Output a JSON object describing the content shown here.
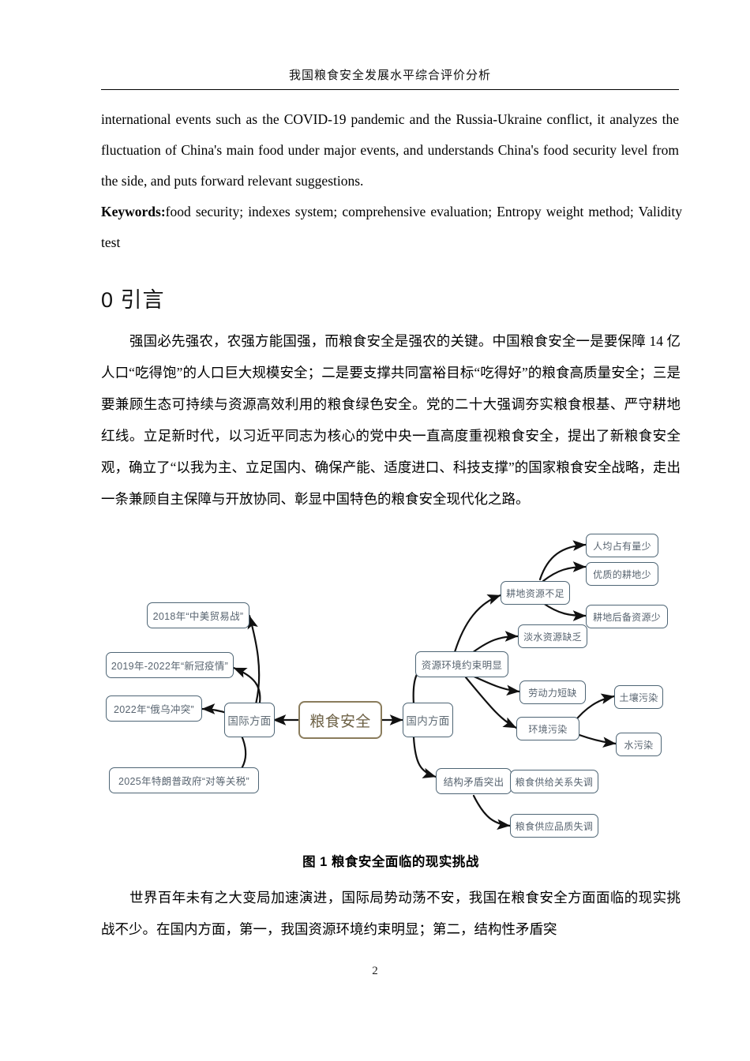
{
  "header": {
    "running_title": "我国粮食安全发展水平综合评价分析"
  },
  "abstract": {
    "english_paragraph": "international events such as the COVID-19 pandemic and the Russia-Ukraine conflict, it analyzes the fluctuation of China's main food under major events, and understands China's food security level from the side, and puts forward relevant suggestions.",
    "keywords_label": "Keywords:",
    "keywords_value": "food security; indexes system; comprehensive evaluation; Entropy weight method; Validity test"
  },
  "section": {
    "number_title": "0 引言",
    "paragraph_1": "强国必先强农，农强方能国强，而粮食安全是强农的关键。中国粮食安全一是要保障 14 亿人口“吃得饱”的人口巨大规模安全；二是要支撑共同富裕目标“吃得好”的粮食高质量安全；三是要兼顾生态可持续与资源高效利用的粮食绿色安全。党的二十大强调夯实粮食根基、严守耕地红线。立足新时代，以习近平同志为核心的党中央一直高度重视粮食安全，提出了新粮食安全观，确立了“以我为主、立足国内、确保产能、适度进口、科技支撑”的国家粮食安全战略，走出一条兼顾自主保障与开放协同、彰显中国特色的粮食安全现代化之路。",
    "paragraph_2": "世界百年未有之大变局加速演进，国际局势动荡不安，我国在粮食安全方面面临的现实挑战不少。在国内方面，第一，我国资源环境约束明显；第二，结构性矛盾突"
  },
  "figure": {
    "caption": "图 1  粮食安全面临的现实挑战",
    "colors": {
      "node_border": "#4e6575",
      "node_text": "#5f6b74",
      "center_border": "#8a7c5c",
      "center_text": "#6d6145",
      "arrow": "#111111"
    },
    "nodes": {
      "center": "粮食安全",
      "international": "国际方面",
      "domestic": "国内方面",
      "events": [
        "2018年“中美贸易战”",
        "2019年-2022年“新冠疫情”",
        "2022年“俄乌冲突”",
        "2025年特朗普政府“对等关税”"
      ],
      "resource_constraint": "资源环境约束明显",
      "structural_conflict": "结构矛盾突出",
      "resource_children": [
        "耕地资源不足",
        "淡水资源缺乏",
        "劳动力短缺",
        "环境污染"
      ],
      "farmland_children": [
        "人均占有量少",
        "优质的耕地少",
        "耕地后备资源少"
      ],
      "pollution_children": [
        "土壤污染",
        "水污染"
      ],
      "structural_children": [
        "粮食供给关系失调",
        "粮食供应品质失调"
      ]
    }
  },
  "footer": {
    "page_number": "2"
  }
}
